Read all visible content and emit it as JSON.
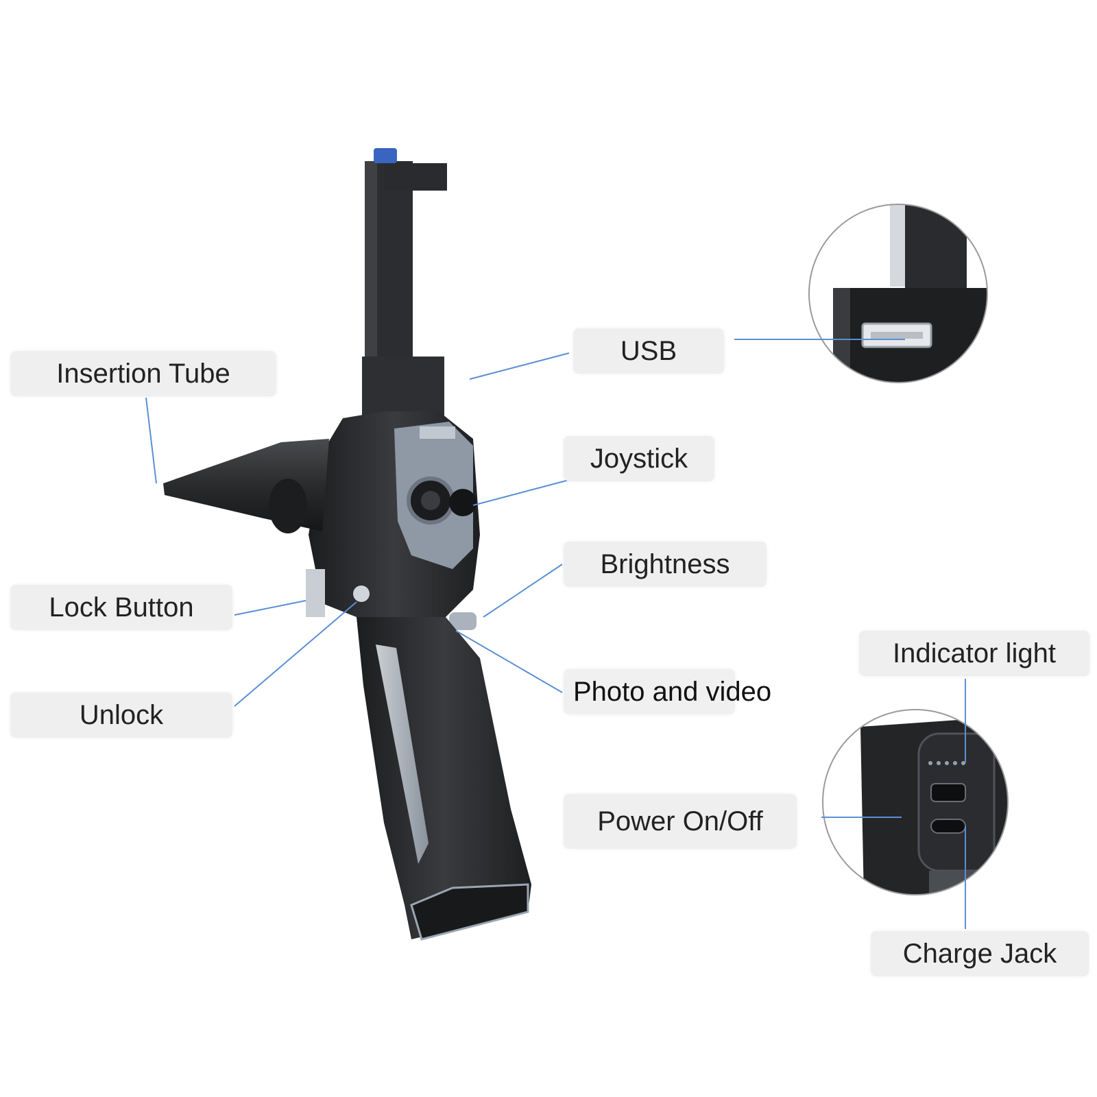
{
  "colors": {
    "leader_line": "#5b8fd6",
    "label_bg": "#efefef",
    "device_body": "#2b2c2e",
    "device_accent": "#9aa6b2",
    "cap_blue": "#3a64c2"
  },
  "labels": {
    "insertion_tube": "Insertion Tube",
    "usb": "USB",
    "joystick": "Joystick",
    "brightness": "Brightness",
    "lock_button": "Lock Button",
    "unlock": "Unlock",
    "photo_and_video": "Photo and video",
    "indicator_light": "Indicator light",
    "power_on_off": "Power On/Off",
    "charge_jack": "Charge Jack"
  }
}
